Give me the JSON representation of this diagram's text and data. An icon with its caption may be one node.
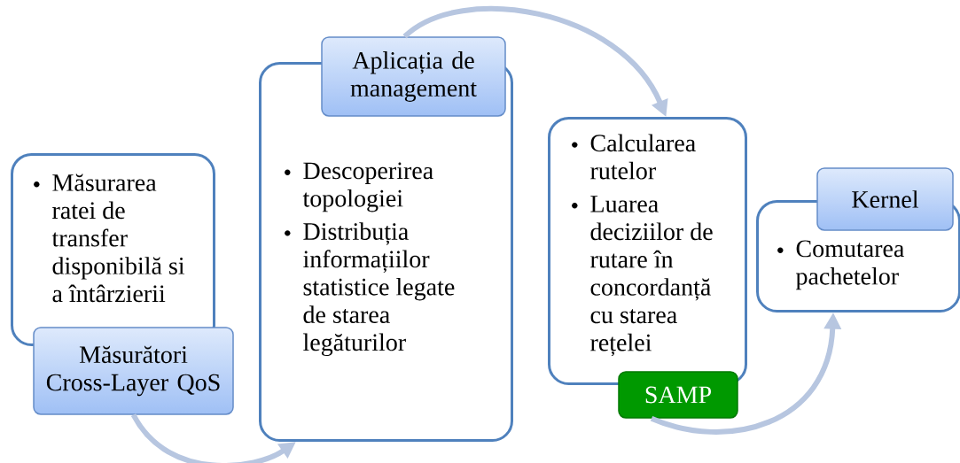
{
  "diagram": {
    "nodes": [
      {
        "text": [
          "Măsurarea ratei de transfer disponibilă si a întârzierii"
        ]
      },
      {
        "text": [
          "Măsurători Cross-Layer QoS"
        ]
      },
      {
        "text": [
          "Descoperirea topologiei",
          "Distribuția informațiilor statistice legate de starea legăturilor"
        ]
      },
      {
        "text": [
          "Aplicația de management"
        ]
      },
      {
        "text": [
          "Calcularea rutelor",
          "Luarea deciziilor de rutare în concordanță cu starea rețelei"
        ]
      },
      {
        "text": [
          "SAMP"
        ]
      },
      {
        "text": [
          "Comutarea pachetelor"
        ]
      },
      {
        "text": [
          "Kernel"
        ]
      }
    ],
    "edges": [
      {
        "from": 1,
        "to": 2,
        "arrow": "to"
      },
      {
        "from": 3,
        "to": 4,
        "arrow": "to"
      },
      {
        "from": 5,
        "to": 6,
        "arrow": "to"
      }
    ]
  }
}
